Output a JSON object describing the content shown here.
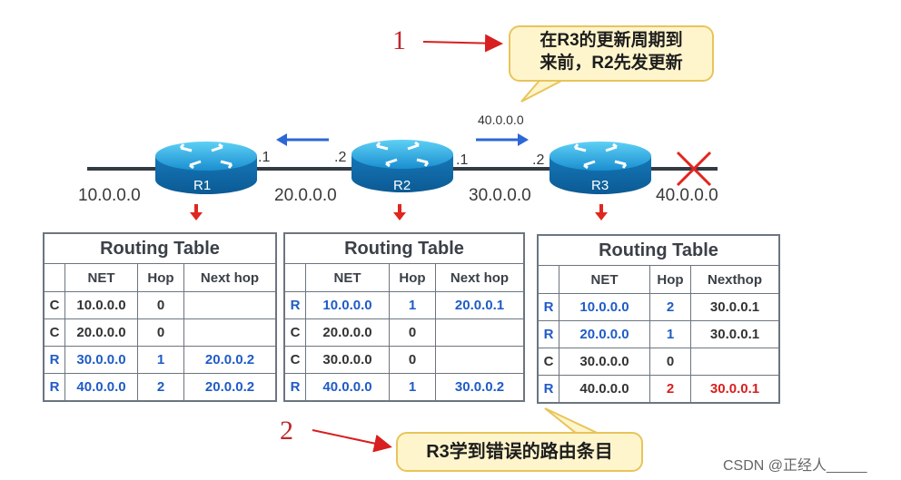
{
  "annotations": {
    "num1": "1",
    "num2": "2",
    "callout1": [
      "在R3的更新周期到",
      "来前，R2先发更新"
    ],
    "callout2": "R3学到错误的路由条目"
  },
  "network": {
    "net1": "10.0.0.0",
    "net2": "20.0.0.0",
    "net3": "30.0.0.0",
    "net4": "40.0.0.0",
    "arrow_label": "40.0.0.0",
    "if_r1_right": ".1",
    "if_r2_left": ".2",
    "if_r2_right": ".1",
    "if_r3_left": ".2",
    "routers": [
      "R1",
      "R2",
      "R3"
    ]
  },
  "tables": [
    {
      "title": "Routing Table",
      "headers": [
        "NET",
        "Hop",
        "Next hop"
      ],
      "rows": [
        {
          "type": "C",
          "net": "10.0.0.0",
          "hop": "0",
          "next": ""
        },
        {
          "type": "C",
          "net": "20.0.0.0",
          "hop": "0",
          "next": ""
        },
        {
          "type": "R",
          "net": "30.0.0.0",
          "hop": "1",
          "next": "20.0.0.2"
        },
        {
          "type": "R",
          "net": "40.0.0.0",
          "hop": "2",
          "next": "20.0.0.2"
        }
      ]
    },
    {
      "title": "Routing Table",
      "headers": [
        "NET",
        "Hop",
        "Next hop"
      ],
      "rows": [
        {
          "type": "R",
          "net": "10.0.0.0",
          "hop": "1",
          "next": "20.0.0.1"
        },
        {
          "type": "C",
          "net": "20.0.0.0",
          "hop": "0",
          "next": ""
        },
        {
          "type": "C",
          "net": "30.0.0.0",
          "hop": "0",
          "next": ""
        },
        {
          "type": "R",
          "net": "40.0.0.0",
          "hop": "1",
          "next": "30.0.0.2"
        }
      ]
    },
    {
      "title": "Routing Table",
      "headers": [
        "NET",
        "Hop",
        "Nexthop"
      ],
      "rows": [
        {
          "type": "R",
          "net": "10.0.0.0",
          "hop": "2",
          "next": "30.0.0.1"
        },
        {
          "type": "R",
          "net": "20.0.0.0",
          "hop": "1",
          "next": "30.0.0.1"
        },
        {
          "type": "C",
          "net": "30.0.0.0",
          "hop": "0",
          "next": ""
        },
        {
          "type": "R",
          "net": "40.0.0.0",
          "hop": "2",
          "next": "30.0.0.1"
        }
      ]
    }
  ],
  "watermark": "CSDN @正经人_____",
  "colors": {
    "accent_blue": "#1f5bc6",
    "error_red": "#d81e1e",
    "callout_bg": "#fff5cc"
  }
}
